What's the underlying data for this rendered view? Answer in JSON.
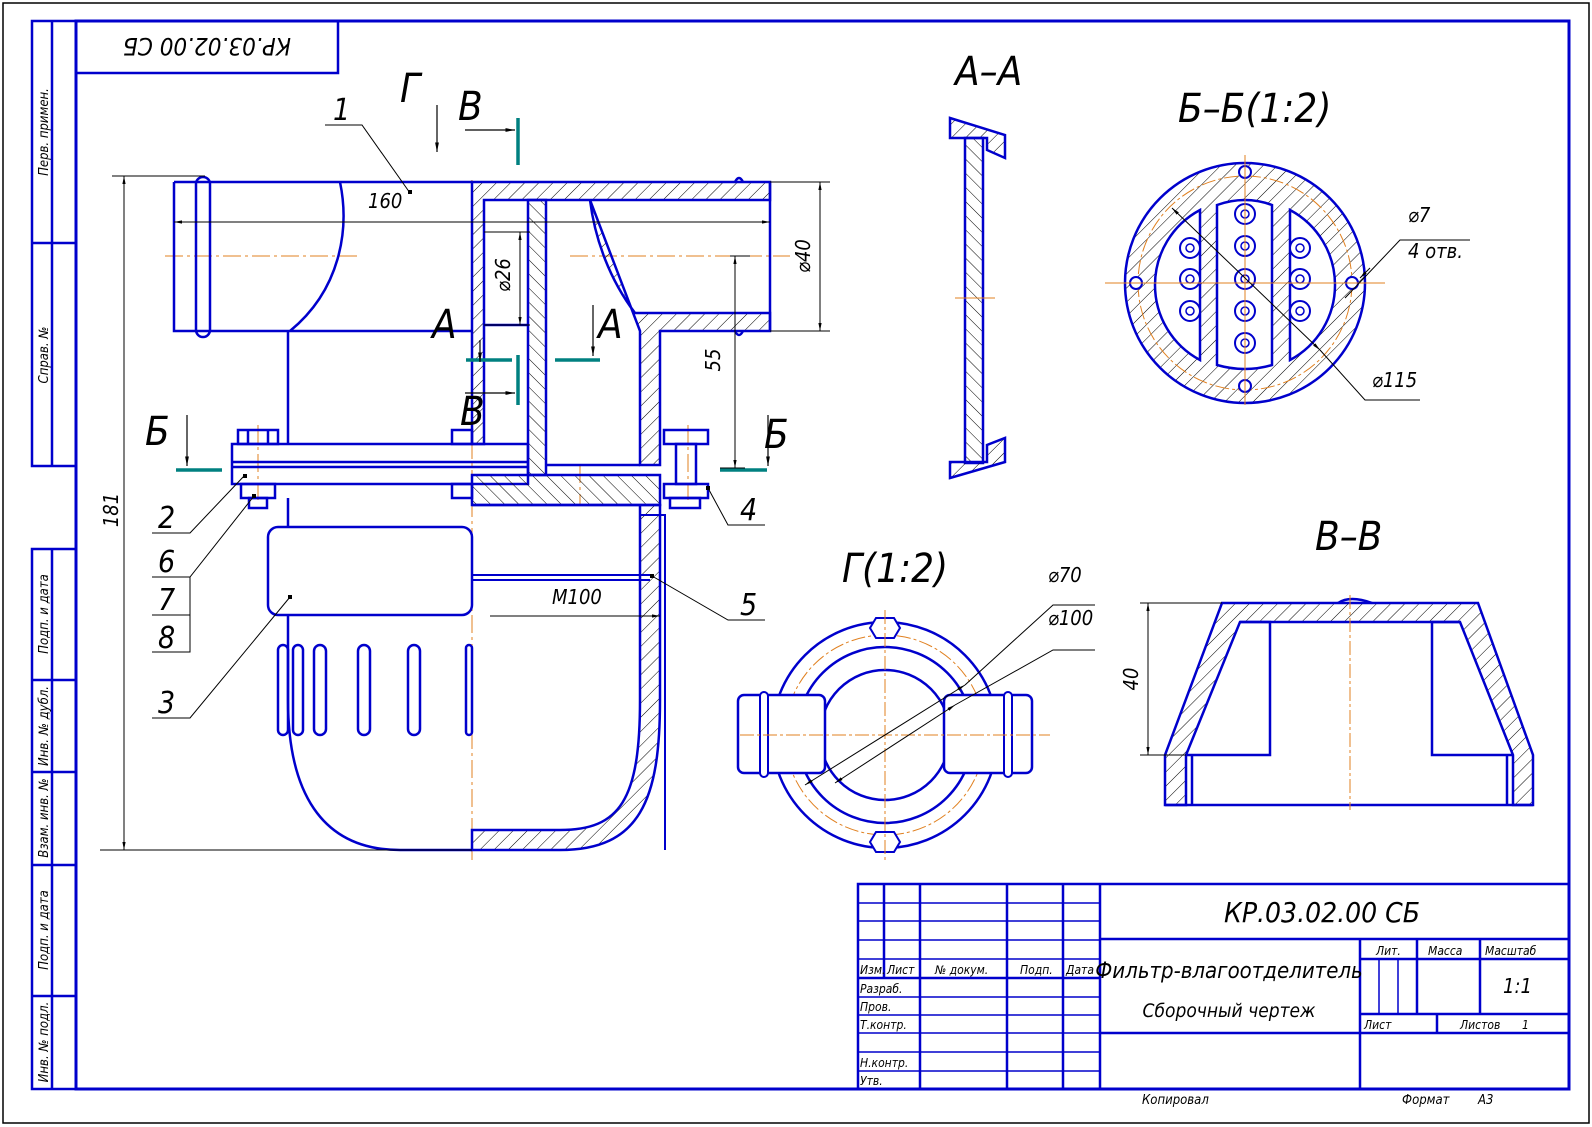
{
  "document": {
    "designation": "КР.03.02.00 СБ",
    "designation_rotated": "КР.03.02.00 СБ",
    "title": "Фильтр-влагоотделитель",
    "subtitle": "Сборочный чертеж",
    "copied_by_label": "Копировал",
    "format_label": "Формат",
    "format_value": "А3"
  },
  "left_strip": {
    "labels": [
      "Перв. примен.",
      "Справ. №",
      "Подп. и дата",
      "Инв. № дубл.",
      "Взам. инв. №",
      "Подп. и дата",
      "Инв. № подл."
    ]
  },
  "title_block": {
    "col_headers": [
      "Изм.",
      "Лист",
      "№ докум.",
      "Подп.",
      "Дата"
    ],
    "roles": [
      "Разраб.",
      "Пров.",
      "Т.контр.",
      "",
      "Н.контр.",
      "Утв."
    ],
    "lit_label": "Лит.",
    "mass_label": "Масса",
    "scale_label": "Масштаб",
    "scale_value": "1:1",
    "sheet_label": "Лист",
    "sheets_label": "Листов",
    "sheets_value": "1"
  },
  "views": {
    "main": {
      "view_mark_g": "Г",
      "section_b_mark": "Б",
      "section_v_mark": "В",
      "section_a_mark": "А",
      "dim_length": "160",
      "dim_height": "181",
      "dim_d26": "⌀26",
      "dim_d40": "⌀40",
      "dim_55": "55",
      "thread": "М100",
      "positions": [
        "1",
        "2",
        "3",
        "4",
        "5",
        "6",
        "7",
        "8"
      ]
    },
    "section_aa": {
      "title": "А–А"
    },
    "section_bb": {
      "title": "Б–Б(1:2)",
      "dim_hole": "⌀7",
      "hole_count": "4 отв.",
      "dim_bolt_circle": "⌀115"
    },
    "view_g": {
      "title": "Г(1:2)",
      "dim_d70": "⌀70",
      "dim_d100": "⌀100"
    },
    "section_vv": {
      "title": "В–В",
      "dim_height": "40"
    }
  },
  "colors": {
    "line": "#0000cc",
    "center": "#e08020",
    "cut": "#008080",
    "dim": "#000000"
  }
}
